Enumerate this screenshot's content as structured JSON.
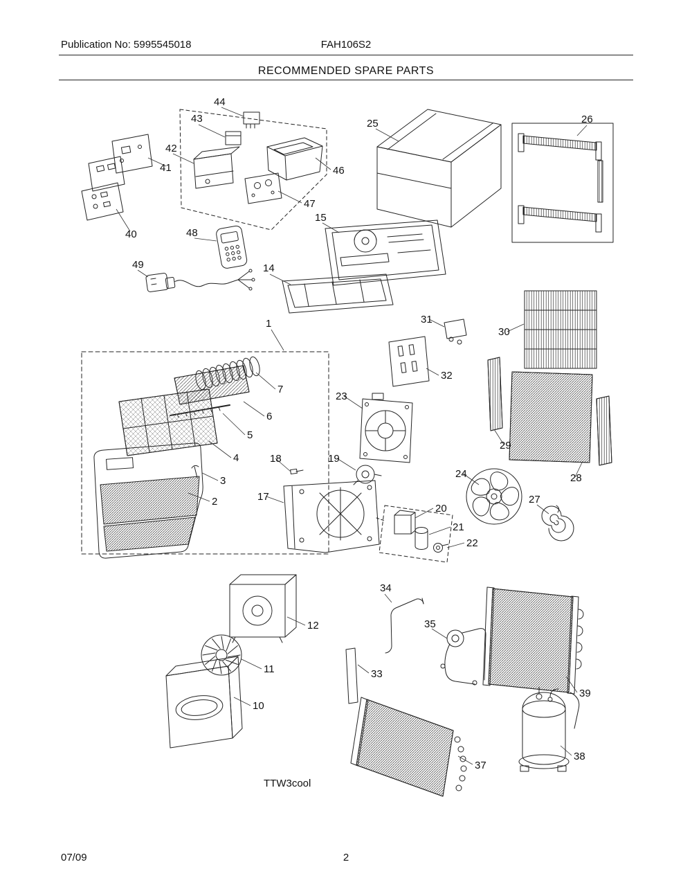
{
  "page": {
    "publication": "Publication No: 5995545018",
    "model": "FAH106S2",
    "title": "RECOMMENDED SPARE PARTS",
    "watermark": "TTW3cool",
    "footer_date": "07/09",
    "footer_page": "2"
  },
  "colors": {
    "ink": "#1a1a1a",
    "paper": "#ffffff"
  },
  "diagram": {
    "callouts": {
      "n1": "1",
      "n2": "2",
      "n3": "3",
      "n4": "4",
      "n5": "5",
      "n6": "6",
      "n7": "7",
      "n10": "10",
      "n11": "11",
      "n12": "12",
      "n14": "14",
      "n15": "15",
      "n17": "17",
      "n18": "18",
      "n19": "19",
      "n20": "20",
      "n21": "21",
      "n22": "22",
      "n23": "23",
      "n24": "24",
      "n25": "25",
      "n26": "26",
      "n27": "27",
      "n28": "28",
      "n29": "29",
      "n30": "30",
      "n31": "31",
      "n32": "32",
      "n33": "33",
      "n34": "34",
      "n35": "35",
      "n37": "37",
      "n38": "38",
      "n39": "39",
      "n40": "40",
      "n41": "41",
      "n42": "42",
      "n43": "43",
      "n44": "44",
      "n46": "46",
      "n47": "47",
      "n48": "48",
      "n49": "49"
    }
  }
}
